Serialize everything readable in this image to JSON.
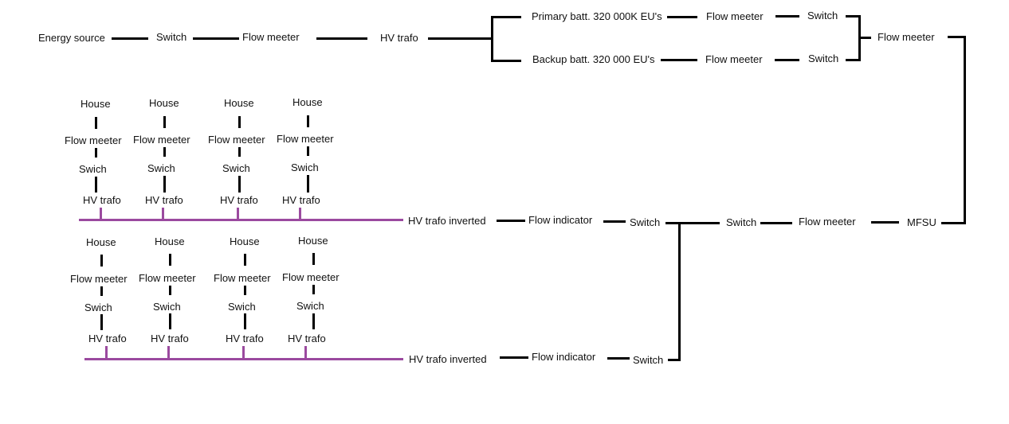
{
  "colors": {
    "line": "#000000",
    "bus": "#9b4a9f",
    "background": "#ffffff"
  },
  "main_line": {
    "energy_source": "Energy source",
    "switch": "Switch",
    "flow_meter": "Flow meeter",
    "hv_trafo": "HV trafo"
  },
  "batteries": {
    "primary": {
      "label": "Primary batt. 320 000K EU's",
      "flow_meter": "Flow meeter",
      "switch": "Switch"
    },
    "backup": {
      "label": "Backup batt. 320 000 EU's",
      "flow_meter": "Flow meeter",
      "switch": "Switch"
    },
    "merged_flow_meter": "Flow meeter"
  },
  "return_line": {
    "mfsu": "MFSU",
    "flow_meter": "Flow meeter",
    "switch": "Switch",
    "junction_switch": "Switch"
  },
  "districts": [
    {
      "trafo_inverted": "HV trafo inverted",
      "flow_indicator": "Flow indicator",
      "switch": "Switch",
      "houses": [
        {
          "house": "House",
          "flow_meter": "Flow meeter",
          "switch": "Swich",
          "trafo": "HV trafo"
        },
        {
          "house": "House",
          "flow_meter": "Flow meeter",
          "switch": "Swich",
          "trafo": "HV trafo"
        },
        {
          "house": "House",
          "flow_meter": "Flow meeter",
          "switch": "Swich",
          "trafo": "HV trafo"
        },
        {
          "house": "House",
          "flow_meter": "Flow meeter",
          "switch": "Swich",
          "trafo": "HV trafo"
        }
      ]
    },
    {
      "trafo_inverted": "HV trafo inverted",
      "flow_indicator": "Flow indicator",
      "switch": "Switch",
      "houses": [
        {
          "house": "House",
          "flow_meter": "Flow meeter",
          "switch": "Swich",
          "trafo": "HV trafo"
        },
        {
          "house": "House",
          "flow_meter": "Flow meeter",
          "switch": "Swich",
          "trafo": "HV trafo"
        },
        {
          "house": "House",
          "flow_meter": "Flow meeter",
          "switch": "Swich",
          "trafo": "HV trafo"
        },
        {
          "house": "House",
          "flow_meter": "Flow meeter",
          "switch": "Swich",
          "trafo": "HV trafo"
        }
      ]
    }
  ]
}
